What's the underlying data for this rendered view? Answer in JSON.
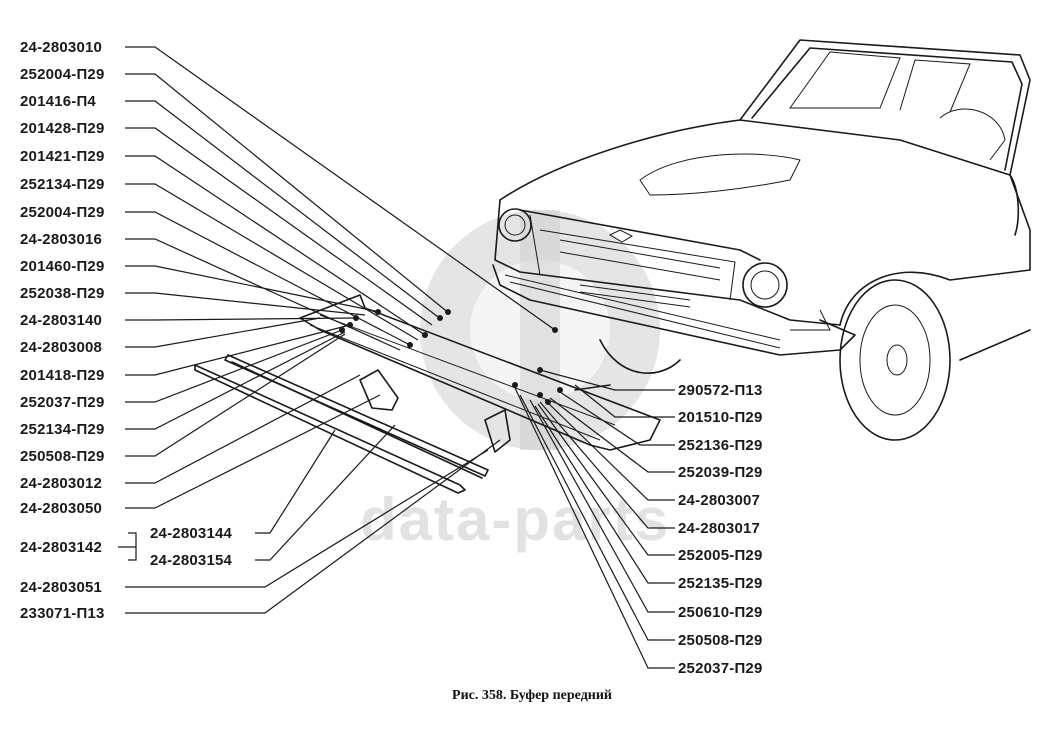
{
  "caption": "Рис. 358. Буфер передний",
  "watermark": "data-parts",
  "left_labels": [
    "24-2803010",
    "252004-П29",
    "201416-П4",
    "201428-П29",
    "201421-П29",
    "252134-П29",
    "252004-П29",
    "24-2803016",
    "201460-П29",
    "252038-П29",
    "24-2803140",
    "24-2803008",
    "201418-П29",
    "252037-П29",
    "252134-П29",
    "250508-П29",
    "24-2803012",
    "24-2803050"
  ],
  "bracket_group": {
    "parent": "24-2803142",
    "children": [
      "24-2803144",
      "24-2803154"
    ]
  },
  "bottom_left_labels": [
    "24-2803051",
    "233071-П13"
  ],
  "right_labels": [
    "290572-П13",
    "201510-П29",
    "252136-П29",
    "252039-П29",
    "24-2803007",
    "24-2803017",
    "252005-П29",
    "252135-П29",
    "250610-П29",
    "250508-П29",
    "252037-П29"
  ]
}
